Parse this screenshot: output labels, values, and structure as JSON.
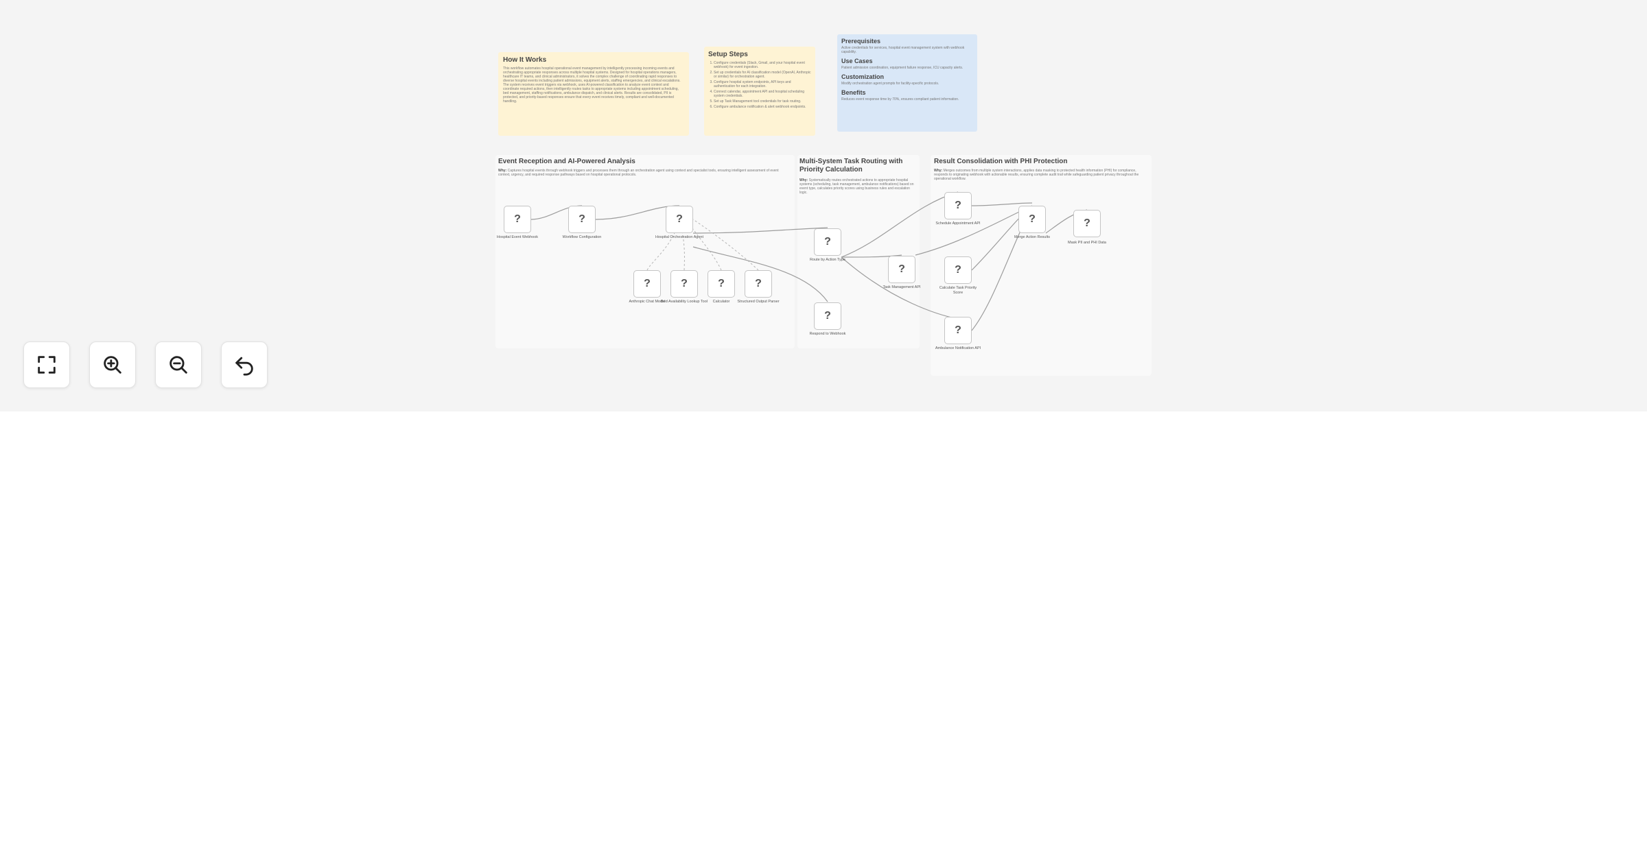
{
  "sticky_notes": {
    "how_it_works": {
      "title": "How It Works",
      "body": "This workflow automates hospital operational event management by intelligently processing incoming events and orchestrating appropriate responses across multiple hospital systems. Designed for hospital operations managers, healthcare IT teams, and clinical administrators, it solves the complex challenge of coordinating rapid responses to diverse hospital events including patient admissions, equipment alerts, staffing emergencies, and clinical escalations. The system receives event triggers via webhook, uses AI-powered classification to analyze event context and coordinate required actions, then intelligently routes tasks to appropriate systems including appointment scheduling, bed management, staffing notifications, ambulance dispatch, and clinical alerts. Results are consolidated, PII is protected, and priority-based responses ensure that every event receives timely, compliant and well-documented handling."
    },
    "setup_steps": {
      "title": "Setup Steps",
      "steps": [
        "Configure credentials (Slack, Gmail, and your hospital event webhook) for event ingestion.",
        "Set up credentials for AI classification model (OpenAI, Anthropic or similar) for orchestration agent.",
        "Configure hospital system endpoints, API keys and authentication for each integration.",
        "Connect calendar, appointment API and hospital scheduling system credentials.",
        "Set up Task Management tool credentials for task routing.",
        "Configure ambulance notification & alert webhook endpoints."
      ]
    },
    "info": {
      "prerequisites_title": "Prerequisites",
      "prerequisites_body": "Active credentials for services, hospital event management system with webhook capability.",
      "use_cases_title": "Use Cases",
      "use_cases_body": "Patient admission coordination, equipment failure response, ICU capacity alerts.",
      "customization_title": "Customization",
      "customization_body": "Modify orchestration agent prompts for facility-specific protocols.",
      "benefits_title": "Benefits",
      "benefits_body": "Reduces event response time by 70%, ensures compliant patient information."
    }
  },
  "groups": {
    "event_reception": {
      "title": "Event Reception and AI-Powered Analysis",
      "why_label": "Why:",
      "why_text": "Captures hospital events through webhook triggers and processes them through an orchestration agent using context and specialist tools, ensuring intelligent assessment of event context, urgency, and required response pathways based on hospital operational protocols."
    },
    "task_routing": {
      "title": "Multi-System Task Routing with Priority Calculation",
      "why_label": "Why:",
      "why_text": "Systematically routes orchestrated actions to appropriate hospital systems (scheduling, task management, ambulance notifications) based on event type, calculates priority scores using business rules and escalation logic."
    },
    "consolidation": {
      "title": "Result Consolidation with PHI Protection",
      "why_label": "Why:",
      "why_text": "Merges outcomes from multiple system interactions, applies data masking to protected health information (PHI) for compliance, responds to originating webhook with actionable results, ensuring complete audit trail while safeguarding patient privacy throughout the operational workflow."
    }
  },
  "nodes": [
    {
      "id": "n1",
      "glyph": "?",
      "label": "Hospital Event Webhook"
    },
    {
      "id": "n2",
      "glyph": "?",
      "label": "Workflow Configuration"
    },
    {
      "id": "n3",
      "glyph": "?",
      "label": "Hospital Orchestration Agent"
    },
    {
      "id": "n4",
      "glyph": "?",
      "label": "Anthropic Chat Model"
    },
    {
      "id": "n5",
      "glyph": "?",
      "label": "Bed Availability Lookup Tool"
    },
    {
      "id": "n6",
      "glyph": "?",
      "label": "Calculator"
    },
    {
      "id": "n7",
      "glyph": "?",
      "label": "Structured Output Parser"
    },
    {
      "id": "n8",
      "glyph": "?",
      "label": "Route by Action Type"
    },
    {
      "id": "n9",
      "glyph": "?",
      "label": "Respond to Webhook"
    },
    {
      "id": "n10",
      "glyph": "?",
      "label": "Task Management API"
    },
    {
      "id": "n11",
      "glyph": "?",
      "label": "Schedule Appointment API"
    },
    {
      "id": "n12",
      "glyph": "?",
      "label": "Calculate Task Priority Score"
    },
    {
      "id": "n13",
      "glyph": "?",
      "label": "Ambulance Notification API"
    },
    {
      "id": "n14",
      "glyph": "?",
      "label": "Merge Action Results"
    },
    {
      "id": "n15",
      "glyph": "?",
      "label": "Mask PII and PHI Data"
    }
  ],
  "controls": [
    {
      "icon": "fullscreen-icon",
      "label": "Fit view"
    },
    {
      "icon": "zoom-in-icon",
      "label": "Zoom in"
    },
    {
      "icon": "zoom-out-icon",
      "label": "Zoom out"
    },
    {
      "icon": "undo-icon",
      "label": "Reset zoom"
    }
  ]
}
